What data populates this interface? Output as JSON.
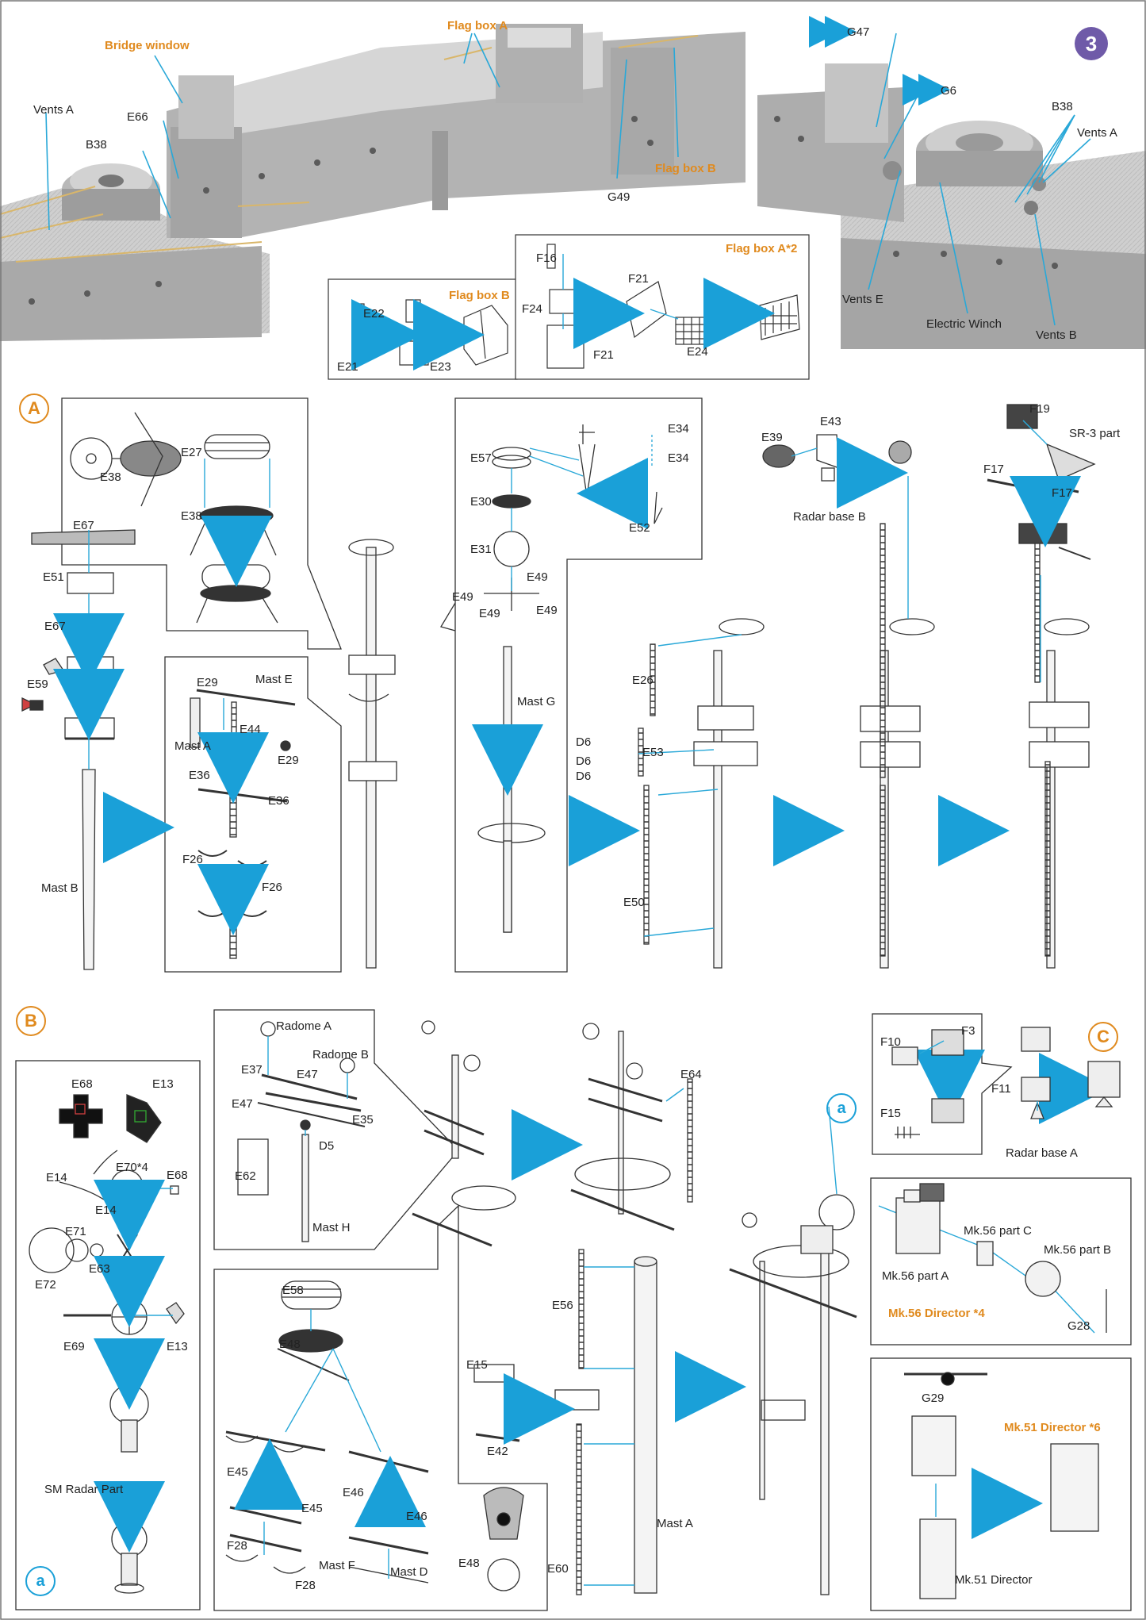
{
  "step_number": "3",
  "photo_labels": {
    "bridge_window": "Bridge window",
    "flag_box_a": "Flag box A",
    "flag_box_b": "Flag box B",
    "vents_a_left": "Vents A",
    "e66": "E66",
    "b38_left": "B38",
    "g49": "G49",
    "g47": "G47",
    "g6": "G6",
    "b38_right": "B38",
    "vents_a_right": "Vents A",
    "vents_e": "Vents E",
    "electric_winch": "Electric Winch",
    "vents_b": "Vents B"
  },
  "flag_box_b_inset": {
    "title": "Flag box B",
    "parts": [
      "E22",
      "E21",
      "E23"
    ]
  },
  "flag_box_a_inset": {
    "title": "Flag box A*2",
    "parts": [
      "F16",
      "F24",
      "F21",
      "F21",
      "E24"
    ]
  },
  "section_a": {
    "marker": "A",
    "labels": [
      "E38",
      "E27",
      "E38",
      "E67",
      "E51",
      "E67",
      "E59",
      "Mast B",
      "E29",
      "Mast E",
      "Mast A",
      "E44",
      "E29",
      "E36",
      "E36",
      "F26",
      "F26",
      "E57",
      "E30",
      "E31",
      "E49",
      "E49",
      "E49",
      "E49",
      "Mast G",
      "E34",
      "E34",
      "E52",
      "E26",
      "D6",
      "D6",
      "D6",
      "E53",
      "E50",
      "E39",
      "E43",
      "Radar base B",
      "F19",
      "SR-3 part",
      "F17",
      "F17"
    ]
  },
  "section_b": {
    "marker": "B",
    "sub_marker": "a",
    "labels": [
      "E68",
      "E13",
      "E14",
      "E70*4",
      "E68",
      "E14",
      "E71",
      "E63",
      "E72",
      "E69",
      "E13",
      "SM Radar Part",
      "Radome A",
      "Radome B",
      "E37",
      "E47",
      "E47",
      "E35",
      "D5",
      "E62",
      "Mast H",
      "E58",
      "E48",
      "E45",
      "E45",
      "F28",
      "F28",
      "Mast F",
      "E46",
      "E46",
      "Mast D",
      "E48",
      "E64",
      "E56",
      "E15",
      "E42",
      "Mast A",
      "E60"
    ]
  },
  "section_c": {
    "marker": "C",
    "labels": [
      "F10",
      "F3",
      "F15",
      "F11",
      "Radar base A"
    ]
  },
  "mk56": {
    "title": "Mk.56 Director *4",
    "labels": [
      "Mk.56 part C",
      "Mk.56 part B",
      "Mk.56 part A",
      "G28"
    ]
  },
  "mk51": {
    "title": "Mk.51 Director *6",
    "labels": [
      "G29",
      "Mk.51 Director"
    ]
  },
  "colors": {
    "accent_orange": "#e08a1e",
    "arrow_blue": "#1aa0d8",
    "leader_line": "#29a8d8",
    "step_purple": "#6f5aa8"
  }
}
